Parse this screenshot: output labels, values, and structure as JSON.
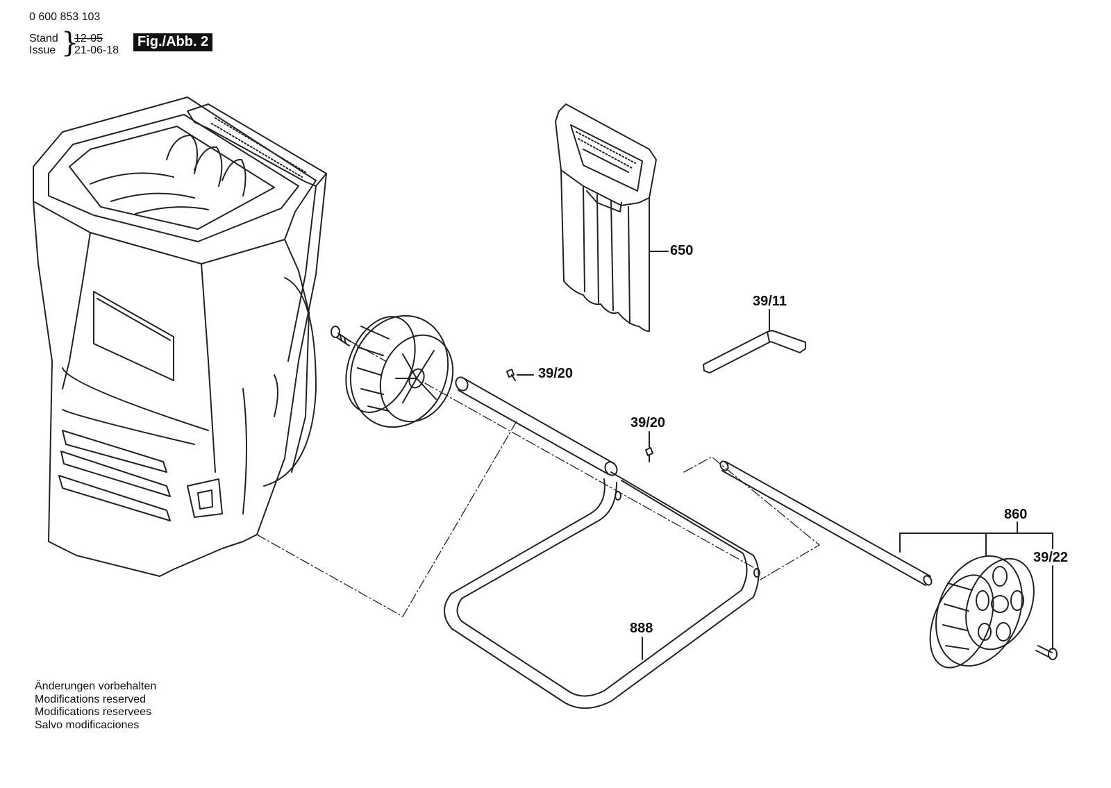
{
  "header": {
    "doc_number": "0 600 853 103",
    "stand_label": "Stand",
    "issue_label": "Issue",
    "stand_date": "12-05",
    "issue_date": "21-06-18",
    "figure_label": "Fig./Abb. 2"
  },
  "parts": {
    "p650": "650",
    "p39_11": "39/11",
    "p39_20_a": "39/20",
    "p39_20_b": "39/20",
    "p860": "860",
    "p39_22": "39/22",
    "p888": "888"
  },
  "notes": [
    "Änderungen vorbehalten",
    "Modifications reserved",
    "Modifications reservees",
    "Salvo modificaciones"
  ]
}
